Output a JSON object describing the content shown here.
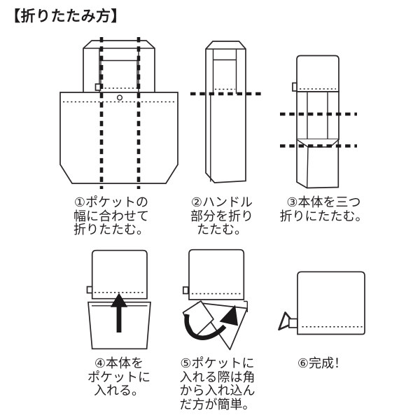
{
  "title": "【折りたたみ方】",
  "colors": {
    "line_color": "#2a2627",
    "fold_line_color": "#1b191a",
    "background": "#ffffff"
  },
  "steps": [
    {
      "number": "①",
      "diagram": "tote-bag-front-with-two-vertical-fold-lines",
      "lines": [
        "①ポケットの",
        "幅に合わせて",
        "折りたたむ。"
      ]
    },
    {
      "number": "②",
      "diagram": "vertically-folded-bag-with-horizontal-fold-line",
      "lines": [
        "②ハンドル",
        "部分を折り",
        "たたむ。"
      ]
    },
    {
      "number": "③",
      "diagram": "folded-strip-with-two-horizontal-fold-lines",
      "lines": [
        "③本体を三つ",
        "折りにたたむ。"
      ]
    },
    {
      "number": "④",
      "diagram": "folded-body-inserted-into-pocket-up-arrow",
      "lines": [
        "④本体を",
        "ポケットに",
        "入れる。"
      ]
    },
    {
      "number": "⑤",
      "diagram": "tucking-corner-into-pocket-curved-arrow",
      "lines": [
        "⑤ポケットに",
        "入れる際は角",
        "から入れ込ん",
        "だ方が簡単。"
      ]
    },
    {
      "number": "⑥",
      "diagram": "finished-folded-pouch-with-carabiner",
      "lines": [
        "⑥完成！"
      ]
    }
  ],
  "icons": {
    "step4_arrow": "arrow-up",
    "step5_arrow": "curved-arrow",
    "step6_clip": "carabiner"
  }
}
